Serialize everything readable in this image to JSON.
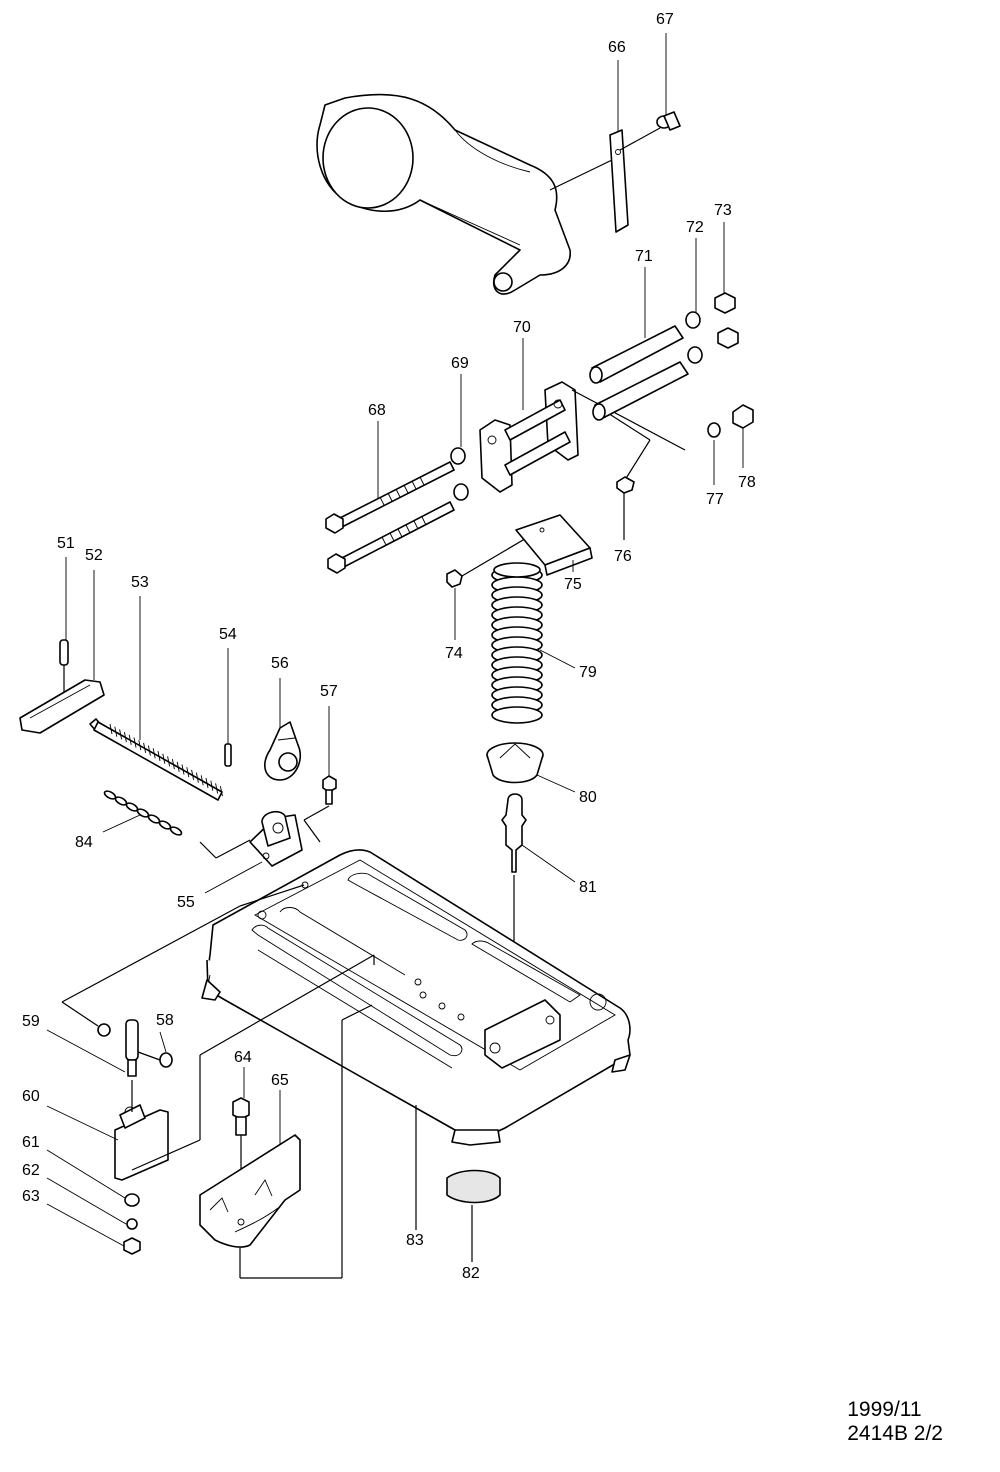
{
  "diagram": {
    "labels": [
      "51",
      "52",
      "53",
      "54",
      "55",
      "56",
      "57",
      "58",
      "59",
      "60",
      "61",
      "62",
      "63",
      "64",
      "65",
      "66",
      "67",
      "68",
      "69",
      "70",
      "71",
      "72",
      "73",
      "74",
      "75",
      "76",
      "77",
      "78",
      "79",
      "80",
      "81",
      "82",
      "83",
      "84"
    ]
  },
  "footer": {
    "date": "1999/11",
    "model_page": "2414B 2/2"
  }
}
